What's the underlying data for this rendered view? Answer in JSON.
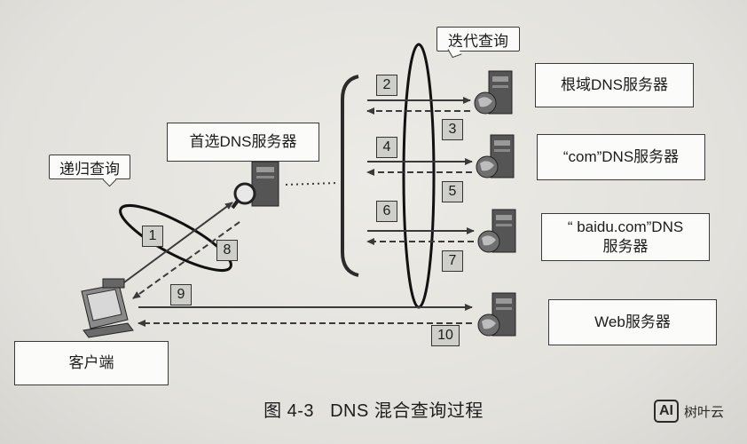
{
  "labels": {
    "recursive_query": "递归查询",
    "iterative_query": "迭代查询",
    "preferred_dns": "首选DNS服务器",
    "root_dns": "根域DNS服务器",
    "com_dns": "“com”DNS服务器",
    "baidu_dns_line1": "“ baidu.com”DNS",
    "baidu_dns_line2": "服务器",
    "web_server": "Web服务器",
    "client": "客户端"
  },
  "steps": [
    "1",
    "2",
    "3",
    "4",
    "5",
    "6",
    "7",
    "8",
    "9",
    "10"
  ],
  "caption": {
    "figure": "图 4-3",
    "title": "DNS 混合查询过程"
  },
  "watermark": {
    "logo": "AI",
    "text": "树叶云"
  },
  "colors": {
    "line": "#3a3a3a",
    "box_fill": "#fbfbf9",
    "number_fill": "#cfcfca"
  }
}
